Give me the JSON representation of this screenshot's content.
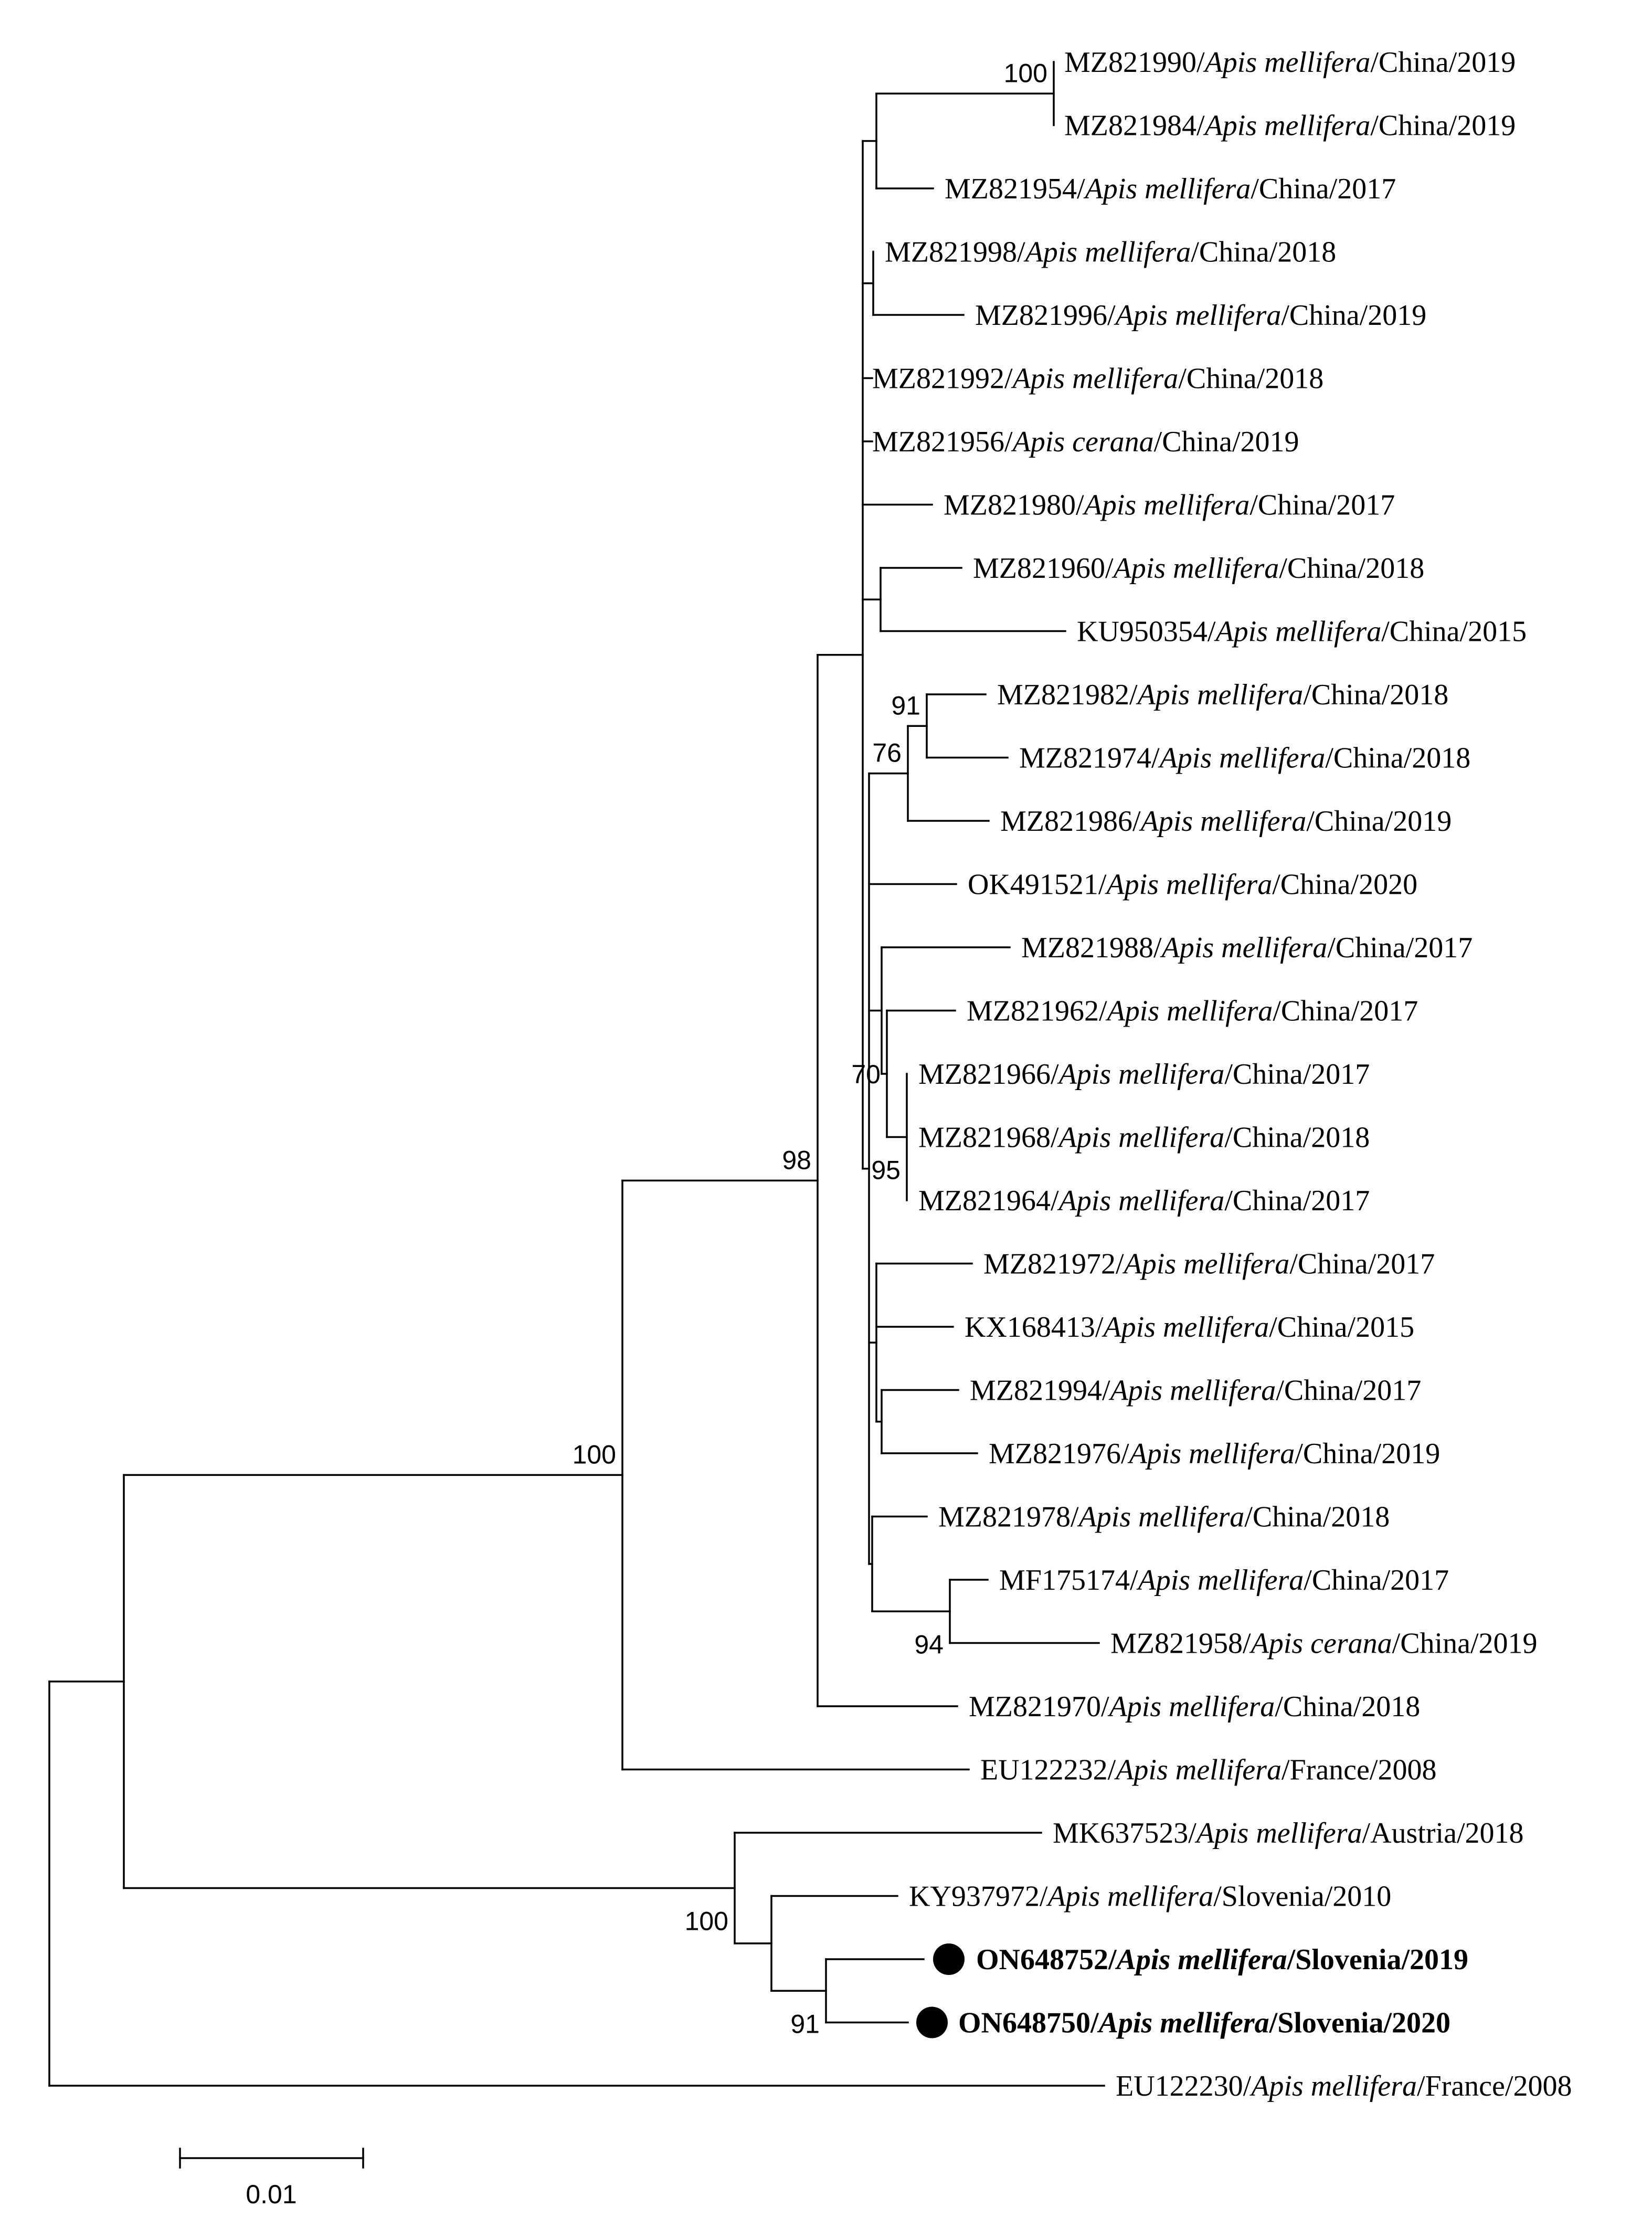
{
  "tree": {
    "leaves": [
      {
        "acc": "MZ821990",
        "sp": "Apis mellifera",
        "rest": "China/2019"
      },
      {
        "acc": "MZ821984",
        "sp": "Apis mellifera",
        "rest": "China/2019"
      },
      {
        "acc": "MZ821954",
        "sp": "Apis mellifera",
        "rest": "China/2017"
      },
      {
        "acc": "MZ821998",
        "sp": "Apis mellifera",
        "rest": "China/2018"
      },
      {
        "acc": "MZ821996",
        "sp": "Apis mellifera",
        "rest": "China/2019"
      },
      {
        "acc": "MZ821992",
        "sp": "Apis mellifera",
        "rest": "China/2018"
      },
      {
        "acc": "MZ821956",
        "sp": "Apis cerana",
        "rest": "China/2019"
      },
      {
        "acc": "MZ821980",
        "sp": "Apis mellifera",
        "rest": "China/2017"
      },
      {
        "acc": "MZ821960",
        "sp": "Apis mellifera",
        "rest": "China/2018"
      },
      {
        "acc": "KU950354",
        "sp": "Apis mellifera",
        "rest": "China/2015"
      },
      {
        "acc": "MZ821982",
        "sp": "Apis mellifera",
        "rest": "China/2018"
      },
      {
        "acc": "MZ821974",
        "sp": "Apis mellifera",
        "rest": "China/2018"
      },
      {
        "acc": "MZ821986",
        "sp": "Apis mellifera",
        "rest": "China/2019"
      },
      {
        "acc": "OK491521",
        "sp": "Apis mellifera",
        "rest": "China/2020"
      },
      {
        "acc": "MZ821988",
        "sp": "Apis mellifera",
        "rest": "China/2017"
      },
      {
        "acc": "MZ821962",
        "sp": "Apis mellifera",
        "rest": "China/2017"
      },
      {
        "acc": "MZ821966",
        "sp": "Apis mellifera",
        "rest": "China/2017"
      },
      {
        "acc": "MZ821968",
        "sp": "Apis mellifera",
        "rest": "China/2018"
      },
      {
        "acc": "MZ821964",
        "sp": "Apis mellifera",
        "rest": "China/2017"
      },
      {
        "acc": "MZ821972",
        "sp": "Apis mellifera",
        "rest": "China/2017"
      },
      {
        "acc": "KX168413",
        "sp": "Apis mellifera",
        "rest": "China/2015"
      },
      {
        "acc": "MZ821994",
        "sp": "Apis mellifera",
        "rest": "China/2017"
      },
      {
        "acc": "MZ821976",
        "sp": "Apis mellifera",
        "rest": "China/2019"
      },
      {
        "acc": "MZ821978",
        "sp": "Apis mellifera",
        "rest": "China/2018"
      },
      {
        "acc": "MF175174",
        "sp": "Apis mellifera",
        "rest": "China/2017"
      },
      {
        "acc": "MZ821958",
        "sp": "Apis cerana",
        "rest": "China/2019"
      },
      {
        "acc": "MZ821970",
        "sp": "Apis mellifera",
        "rest": "China/2018"
      },
      {
        "acc": "EU122232",
        "sp": "Apis mellifera",
        "rest": "France/2008"
      },
      {
        "acc": "MK637523",
        "sp": "Apis mellifera",
        "rest": "Austria/2018"
      },
      {
        "acc": "KY937972",
        "sp": "Apis mellifera",
        "rest": "Slovenia/2010"
      },
      {
        "acc": "ON648752",
        "sp": "Apis mellifera",
        "rest": "Slovenia/2019",
        "highlight": true
      },
      {
        "acc": "ON648750",
        "sp": "Apis mellifera",
        "rest": "Slovenia/2020",
        "highlight": true
      },
      {
        "acc": "EU122230",
        "sp": "Apis mellifera",
        "rest": "France/2008"
      }
    ],
    "bootstrap": [
      "100",
      "91",
      "76",
      "70",
      "95",
      "98",
      "94",
      "100",
      "100",
      "91"
    ],
    "scale_bar": {
      "value": 0.01,
      "label": "0.01"
    },
    "colors": {
      "line": "#000000",
      "marker": "#000000"
    },
    "marker_icon": "filled-circle"
  }
}
